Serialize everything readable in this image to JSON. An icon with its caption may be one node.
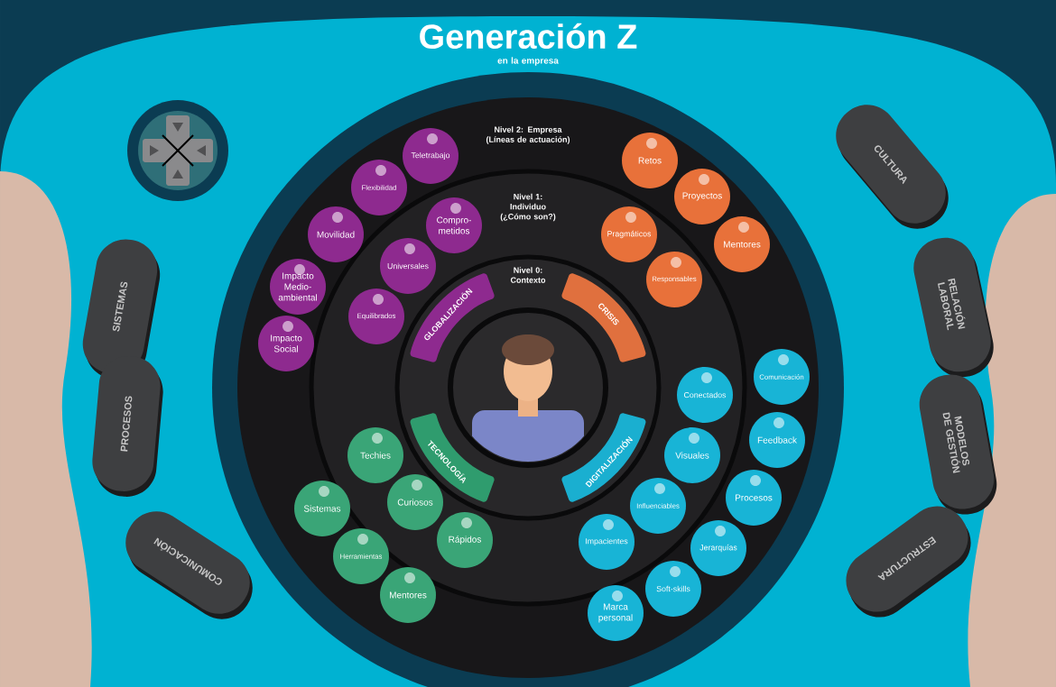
{
  "diagram": {
    "title": "Generación Z",
    "nodes": [
      {
        "text": [
          "GLOBALIZACIÓN"
        ]
      },
      {
        "text": [
          "CRISIS"
        ]
      },
      {
        "text": [
          "TECNOLOGÍA"
        ]
      },
      {
        "text": [
          "DIGITALIZACIÓN"
        ]
      },
      {
        "text": [
          "Teletrabajo"
        ]
      },
      {
        "text": [
          "Flexibilidad"
        ]
      },
      {
        "text": [
          "Movilidad"
        ]
      },
      {
        "text": [
          "Impacto Medio- ambiental"
        ]
      },
      {
        "text": [
          "Impacto Social"
        ]
      },
      {
        "text": [
          "Compro- metidos"
        ]
      },
      {
        "text": [
          "Universales"
        ]
      },
      {
        "text": [
          "Equilibrados"
        ]
      },
      {
        "text": [
          "Retos"
        ]
      },
      {
        "text": [
          "Proyectos"
        ]
      },
      {
        "text": [
          "Mentores"
        ]
      },
      {
        "text": [
          "Pragmáticos"
        ]
      },
      {
        "text": [
          "Responsables"
        ]
      },
      {
        "text": [
          "Techies"
        ]
      },
      {
        "text": [
          "Sistemas"
        ]
      },
      {
        "text": [
          "Curiosos"
        ]
      },
      {
        "text": [
          "Herramientas"
        ]
      },
      {
        "text": [
          "Rápidos"
        ]
      },
      {
        "text": [
          "Mentores"
        ]
      },
      {
        "text": [
          "Comunicación"
        ]
      },
      {
        "text": [
          "Conectados"
        ]
      },
      {
        "text": [
          "Feedback"
        ]
      },
      {
        "text": [
          "Visuales"
        ]
      },
      {
        "text": [
          "Procesos"
        ]
      },
      {
        "text": [
          "Influenciables"
        ]
      },
      {
        "text": [
          "Jerarquías"
        ]
      },
      {
        "text": [
          "Impacientes"
        ]
      },
      {
        "text": [
          "Soft-skills"
        ]
      },
      {
        "text": [
          "Marca personal"
        ]
      },
      {
        "text": [
          "SISTEMAS"
        ]
      },
      {
        "text": [
          "PROCESOS"
        ]
      },
      {
        "text": [
          "COMUNICACIÓN"
        ]
      },
      {
        "text": [
          "CULTURA"
        ]
      },
      {
        "text": [
          "RELACIÓN LABORAL"
        ]
      },
      {
        "text": [
          "MODELOS DE GESTIÓN"
        ]
      },
      {
        "text": [
          "ESTRUCTURA"
        ]
      }
    ],
    "labels": [
      "en la empresa",
      "Nivel 2: Empresa (Líneas de actuación)",
      "Nivel 1: Individuo (¿Cómo son?)",
      "Nivel 0: Contexto"
    ]
  }
}
